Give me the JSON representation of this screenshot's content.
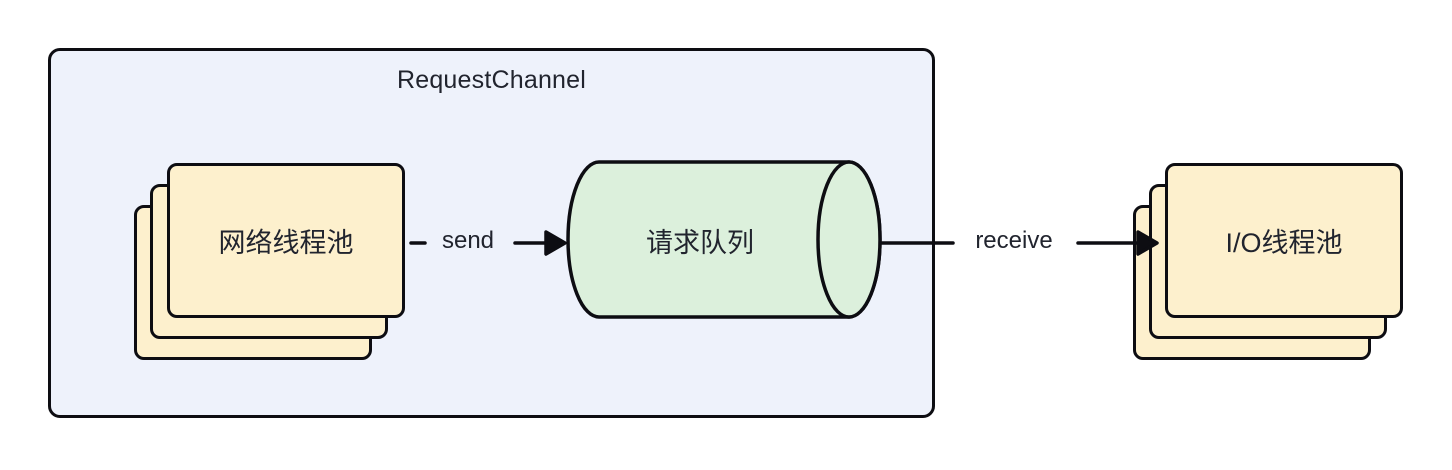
{
  "diagram": {
    "container": {
      "title": "RequestChannel"
    },
    "nodes": {
      "network_pool": {
        "label": "网络线程池",
        "shape": "stacked-cards",
        "stack_count": 3
      },
      "request_queue": {
        "label": "请求队列",
        "shape": "cylinder"
      },
      "io_pool": {
        "label": "I/O线程池",
        "shape": "stacked-cards",
        "stack_count": 3
      }
    },
    "edges": [
      {
        "label": "send",
        "from": "network_pool",
        "to": "request_queue"
      },
      {
        "label": "receive",
        "from": "request_queue",
        "to": "io_pool"
      }
    ],
    "colors": {
      "background": "#ffffff",
      "container_fill": "#eef2fb",
      "card_fill": "#fdf0cd",
      "cylinder_fill": "#dcf0dc",
      "stroke": "#0d0d12",
      "text": "#21242e"
    }
  }
}
